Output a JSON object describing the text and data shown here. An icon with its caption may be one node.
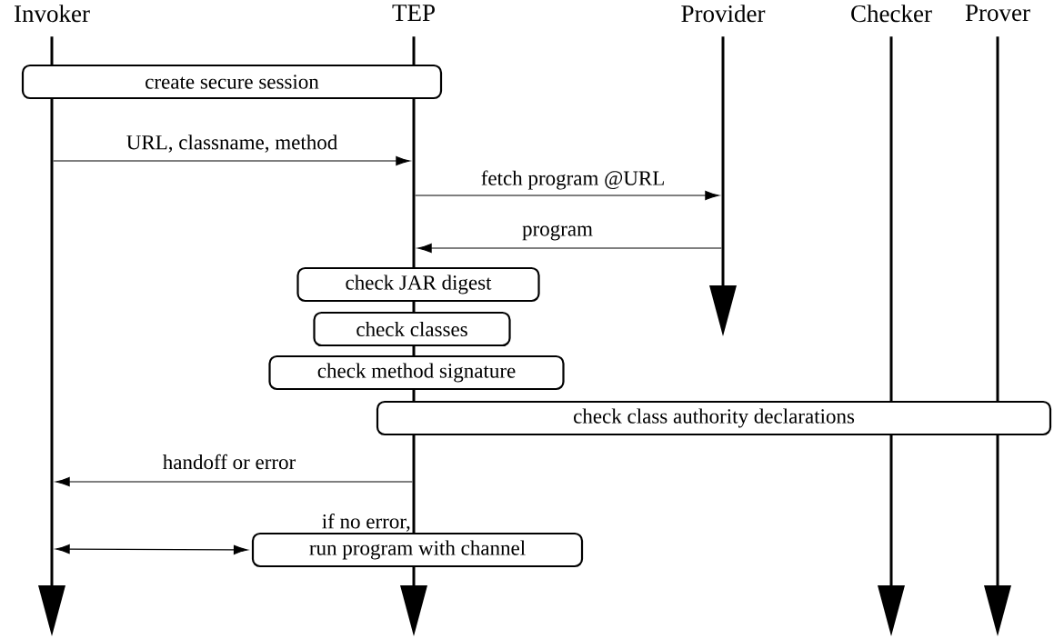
{
  "diagram": {
    "nodes": [
      {
        "text": [
          "Invoker"
        ]
      },
      {
        "text": [
          "TEP"
        ]
      },
      {
        "text": [
          "Provider"
        ]
      },
      {
        "text": [
          "Checker"
        ]
      },
      {
        "text": [
          "Prover"
        ]
      },
      {
        "text": [
          "create secure session"
        ]
      },
      {
        "text": [
          "check JAR digest"
        ]
      },
      {
        "text": [
          "check classes"
        ]
      },
      {
        "text": [
          "check method signature"
        ]
      },
      {
        "text": [
          "check class authority declarations"
        ]
      },
      {
        "text": [
          "if no error,",
          "run program with channel"
        ]
      }
    ],
    "edges": [
      {
        "from": 0,
        "to": 1,
        "arrow": "to",
        "label": "URL, classname, method"
      },
      {
        "from": 1,
        "to": 2,
        "arrow": "to",
        "label": "fetch program @URL"
      },
      {
        "from": 2,
        "to": 1,
        "arrow": "to",
        "label": "program"
      },
      {
        "from": 1,
        "to": 0,
        "arrow": "to",
        "label": "handoff or error"
      },
      {
        "from": 0,
        "to": 10,
        "arrow": "both"
      }
    ]
  }
}
